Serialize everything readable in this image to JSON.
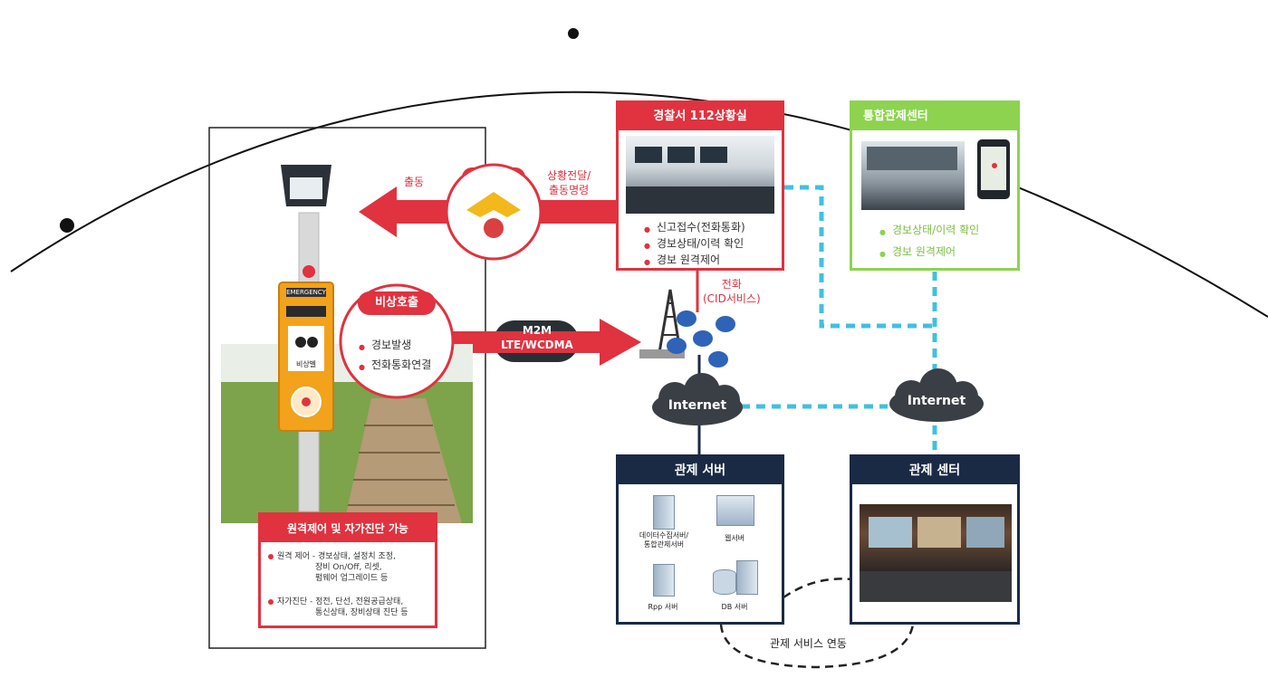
{
  "police_circle": {
    "label": "경찰"
  },
  "dispatch_arrow": {
    "label": "출동"
  },
  "relay_label": {
    "line1": "상황전달/",
    "line2": "출동명령"
  },
  "station": {
    "title": "경찰서 112상황실",
    "items": [
      "신고접수(전화통화)",
      "경보상태/이력 확인",
      "경보 원격제어"
    ]
  },
  "integrated": {
    "title": "통합관제센터",
    "items": [
      "경보상태/이력 확인",
      "경보 원격제어"
    ]
  },
  "emergency_circle": {
    "title": "비상호출",
    "items": [
      "경보발생",
      "전화통화연결"
    ]
  },
  "m2m_arrow": {
    "line1": "M2M",
    "line2": "LTE/WCDMA"
  },
  "phone_link": {
    "line1": "전화",
    "line2": "(CID서비스)"
  },
  "internet": {
    "left": "Internet",
    "right": "Internet"
  },
  "remote_panel": {
    "title": "원격제어 및 자가진단 가능",
    "item1": {
      "line1": "원격 제어 - 경보상태, 설정치 조정,",
      "line2": "장비 On/Off, 리셋,",
      "line3": "펌웨어 업그레이드 등"
    },
    "item2": {
      "line1": "자가진단 - 정전, 단선, 전원공급상태,",
      "line2": "통신상태, 장비상태 진단 등"
    }
  },
  "server_panel": {
    "title": "관제 서버",
    "servers": [
      "데이터수집서버/",
      "통합관제서버",
      "웹서버",
      "Rpp 서버",
      "DB 서버"
    ]
  },
  "center_panel": {
    "title": "관제 센터"
  },
  "service_link": {
    "label": "관제 서비스 연동"
  },
  "device_labels": {
    "sign": "EMERGENCY",
    "text": "비상벨"
  },
  "colors": {
    "red": "#e0323f",
    "green": "#8dd34f",
    "navy": "#1b2a44",
    "cyan": "#40c0e0"
  }
}
